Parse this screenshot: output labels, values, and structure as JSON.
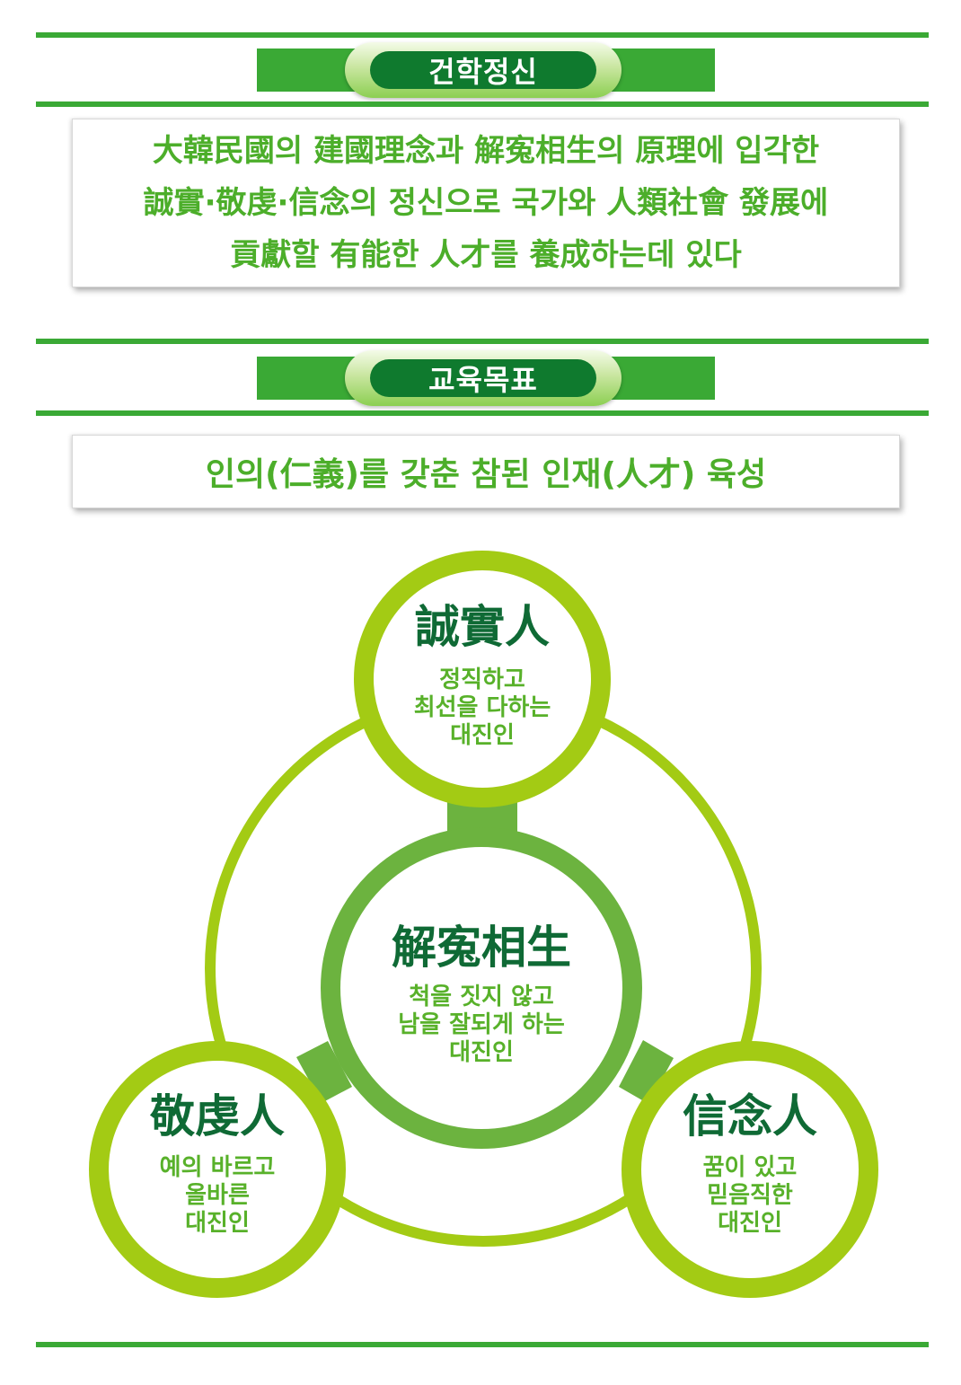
{
  "section1": {
    "title": "건학정신",
    "lines": [
      "大韓民國의 建國理念과 解寃相生의 原理에 입각한",
      "誠實·敬虔·信念의 정신으로 국가와 人類社會 發展에",
      "貢獻할 有能한 人才를 養成하는데 있다"
    ]
  },
  "section2": {
    "title": "교육목표",
    "goal": "인의(仁義)를 갖춘 참된 인재(人才) 육성"
  },
  "diagram": {
    "center": {
      "title": "解寃相生",
      "desc": [
        "척을 짓지 않고",
        "남을 잘되게 하는",
        "대진인"
      ]
    },
    "top": {
      "title": "誠實人",
      "desc": [
        "정직하고",
        "최선을 다하는",
        "대진인"
      ]
    },
    "left": {
      "title": "敬虔人",
      "desc": [
        "예의 바르고",
        "올바른",
        "대진인"
      ]
    },
    "right": {
      "title": "信念人",
      "desc": [
        "꿈이 있고",
        "믿음직한",
        "대진인"
      ]
    }
  },
  "colors": {
    "primary_green": "#3aa935",
    "dark_green": "#0f7a2e",
    "lime_green": "#a3cb14",
    "mid_green": "#6cb33f"
  }
}
